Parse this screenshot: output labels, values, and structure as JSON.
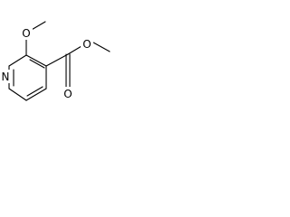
{
  "molecule": {
    "atoms": {
      "methoxy_oxygen": "O",
      "carbonyl_oxygen": "O",
      "ester_oxygen": "O",
      "ring_nitrogen": "N"
    }
  }
}
